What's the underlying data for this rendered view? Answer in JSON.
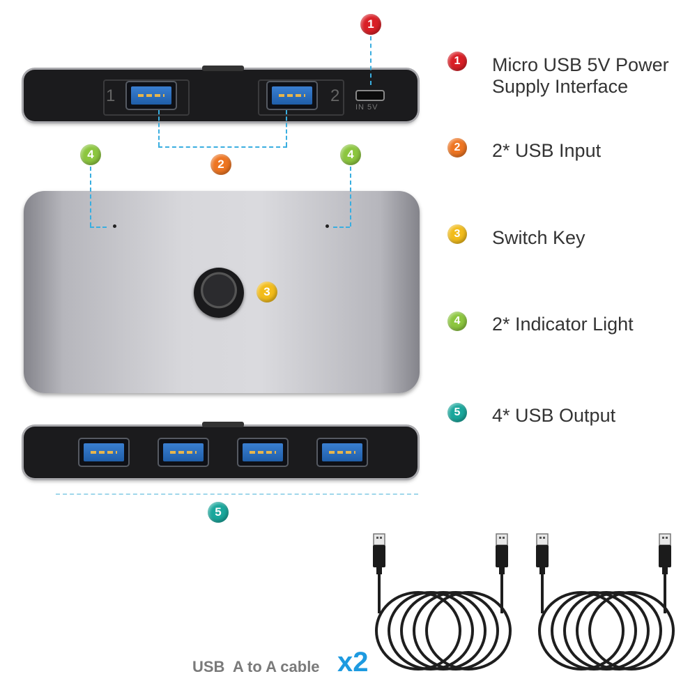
{
  "legend": [
    {
      "number": "1",
      "text": "Micro USB 5V Power Supply Interface",
      "color": "#d91f26"
    },
    {
      "number": "2",
      "text": "2* USB Input",
      "color": "#ee7522"
    },
    {
      "number": "3",
      "text": "Switch Key",
      "color": "#f2bc1b"
    },
    {
      "number": "4",
      "text": "2* Indicator Light",
      "color": "#8cc63f"
    },
    {
      "number": "5",
      "text": "4* USB Output",
      "color": "#1aa79c"
    }
  ],
  "device": {
    "port_label_1": "1",
    "port_label_2": "2",
    "power_label": "IN 5V"
  },
  "caption": {
    "text": "USB  A to A cable",
    "multiplier": "x2"
  }
}
